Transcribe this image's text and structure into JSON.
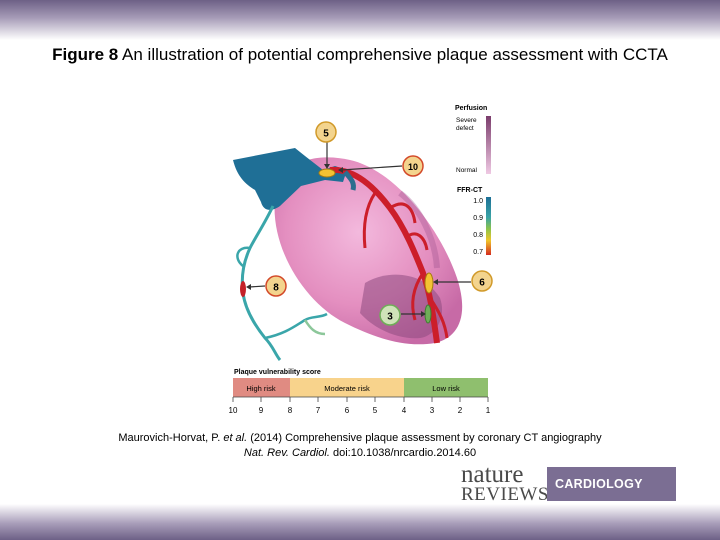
{
  "title": {
    "prefix": "Figure 8",
    "text": " An illustration of potential comprehensive plaque assessment with CCTA"
  },
  "legend": {
    "perfusion": {
      "title": "Perfusion",
      "severe": "Severe",
      "defect": "defect",
      "normal": "Normal"
    },
    "ffr": {
      "title": "FFR-CT",
      "ticks": [
        "1.0",
        "0.9",
        "0.8",
        "0.7"
      ]
    }
  },
  "markers": [
    "5",
    "10",
    "8",
    "6",
    "3"
  ],
  "score": {
    "title": "Plaque vulnerability score",
    "bands": [
      "High risk",
      "Moderate risk",
      "Low risk"
    ],
    "ticks": [
      "10",
      "9",
      "8",
      "7",
      "6",
      "5",
      "4",
      "3",
      "2",
      "1"
    ]
  },
  "caption": {
    "authors": "Maurovich-Horvat, P. ",
    "etal": "et al.",
    "rest": " (2014) Comprehensive plaque assessment by coronary CT angiography",
    "journal": "Nat. Rev. Cardiol.",
    "doi": " doi:10.1038/nrcardio.2014.60"
  },
  "logo": {
    "nature": "nature",
    "reviews": "REVIEWS",
    "section": "CARDIOLOGY"
  },
  "colors": {
    "heart": "#e48fc0",
    "vessel_red": "#cc1e2a",
    "aorta": "#1f6f96",
    "marker_fill": "#f3d48e",
    "high_risk": "#e08b82",
    "moderate_risk": "#f8d38c",
    "low_risk": "#8fbf6e"
  }
}
